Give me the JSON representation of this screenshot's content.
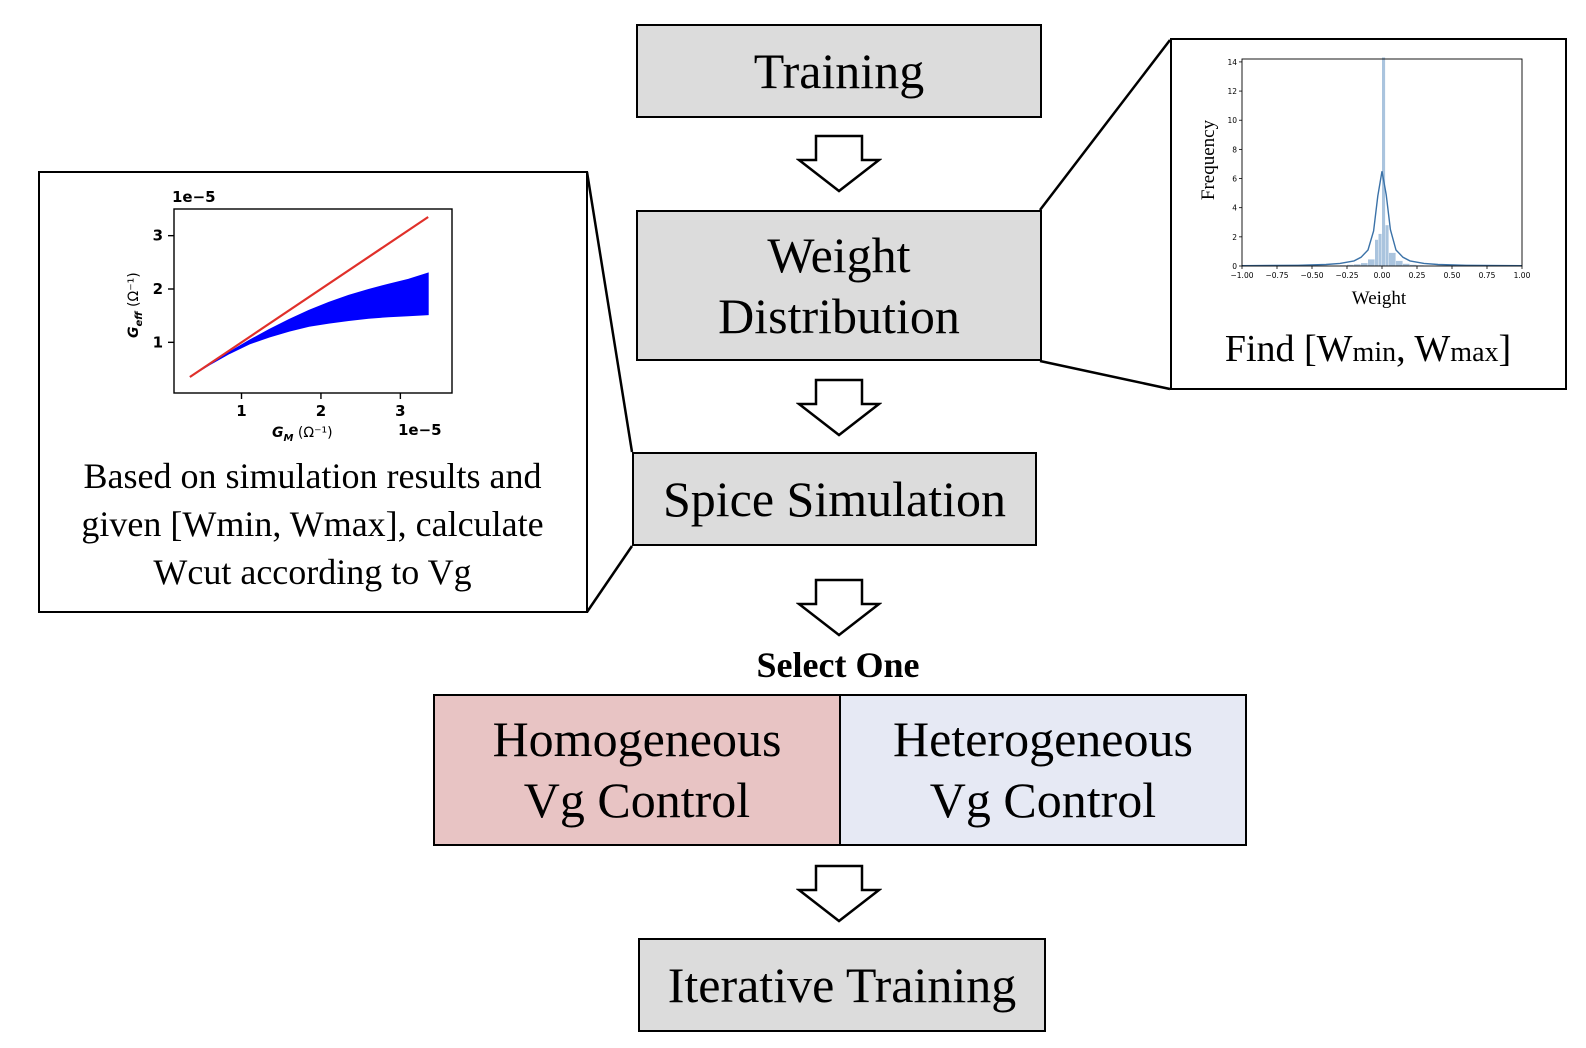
{
  "flow": {
    "training": "Training",
    "weight_line1": "Weight",
    "weight_line2": "Distribution",
    "spice": "Spice Simulation",
    "select_one": "Select One",
    "homogeneous_line1": "Homogeneous",
    "homogeneous_line2": "Vg Control",
    "heterogeneous_line1": "Heterogeneous",
    "heterogeneous_line2": "Vg Control",
    "iterative": "Iterative Training"
  },
  "colors": {
    "box_gray": "#dcdcdc",
    "homogeneous_fill": "#e8c4c4",
    "heterogeneous_fill": "#e6e9f4",
    "red_line": "#e0302a",
    "blue_band": "#0000ff",
    "hist_fill": "#aac4de",
    "kde_line": "#3b72a8"
  },
  "left_panel": {
    "caption_line1": "Based on simulation results and",
    "caption_line2": "given [Wmin, Wmax],  calculate",
    "caption_line3": "Wcut according to Vg",
    "chart": {
      "type": "area",
      "x_exponent": "1e−5",
      "y_exponent": "1e−5",
      "xlabel_main": "G",
      "xlabel_sub": "M",
      "xlabel_unit": " (Ω⁻¹)",
      "ylabel_main": "G",
      "ylabel_sub": "eff",
      "ylabel_unit": " (Ω⁻¹)",
      "xticks": [
        1,
        2,
        3
      ],
      "yticks": [
        1,
        2,
        3
      ],
      "xlim": [
        0.15,
        3.65
      ],
      "ylim": [
        0.05,
        3.5
      ],
      "red_line": {
        "x": [
          0.35,
          3.35
        ],
        "y": [
          0.35,
          3.35
        ]
      },
      "blue_band": {
        "x": [
          0.35,
          0.6,
          0.85,
          1.1,
          1.35,
          1.6,
          1.85,
          2.1,
          2.35,
          2.6,
          2.85,
          3.1,
          3.35
        ],
        "upper": [
          0.35,
          0.59,
          0.82,
          1.04,
          1.24,
          1.43,
          1.6,
          1.75,
          1.88,
          1.99,
          2.09,
          2.18,
          2.3
        ],
        "lower": [
          0.35,
          0.58,
          0.79,
          0.97,
          1.1,
          1.21,
          1.3,
          1.36,
          1.41,
          1.45,
          1.48,
          1.5,
          1.52
        ]
      }
    }
  },
  "right_panel": {
    "caption_prefix": "Find [W",
    "caption_min": "min",
    "caption_mid": ", W",
    "caption_max": "max",
    "caption_suffix": "]",
    "chart": {
      "type": "bar",
      "xlabel": "Weight",
      "ylabel": "Frequency",
      "xticks": [
        "−1.00",
        "−0.75",
        "−0.50",
        "−0.25",
        "0.00",
        "0.25",
        "0.50",
        "0.75",
        "1.00"
      ],
      "yticks": [
        "0",
        "2",
        "4",
        "6",
        "8",
        "10",
        "12",
        "14"
      ],
      "xlim": [
        -1.0,
        1.0
      ],
      "ylim": [
        0,
        14.2
      ],
      "bins_x": [
        -0.3,
        -0.25,
        -0.2,
        -0.15,
        -0.1,
        -0.05,
        -0.025,
        0.0,
        0.025,
        0.05,
        0.1,
        0.15,
        0.2,
        0.25
      ],
      "bins_h": [
        0.05,
        0.08,
        0.12,
        0.2,
        0.45,
        1.8,
        2.2,
        14.3,
        2.8,
        0.9,
        0.35,
        0.15,
        0.08,
        0.05
      ],
      "kde_x": [
        -1.0,
        -0.6,
        -0.4,
        -0.3,
        -0.2,
        -0.15,
        -0.1,
        -0.06,
        -0.03,
        0.0,
        0.03,
        0.06,
        0.1,
        0.15,
        0.2,
        0.3,
        0.4,
        0.6,
        1.0
      ],
      "kde_y": [
        0.02,
        0.05,
        0.1,
        0.18,
        0.35,
        0.6,
        1.1,
        2.4,
        4.8,
        6.5,
        4.9,
        2.5,
        1.1,
        0.6,
        0.35,
        0.18,
        0.1,
        0.05,
        0.02
      ]
    }
  }
}
